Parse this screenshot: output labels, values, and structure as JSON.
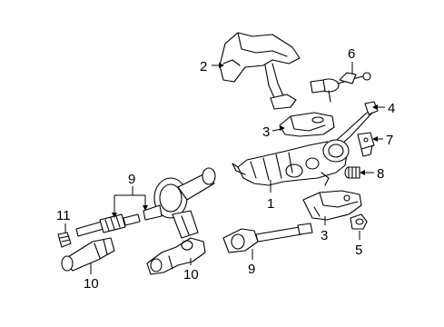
{
  "diagram": {
    "callouts": [
      {
        "id": "c2",
        "label": "2"
      },
      {
        "id": "c6",
        "label": "6"
      },
      {
        "id": "c4",
        "label": "4"
      },
      {
        "id": "c3a",
        "label": "3"
      },
      {
        "id": "c7",
        "label": "7"
      },
      {
        "id": "c9a",
        "label": "9"
      },
      {
        "id": "c8",
        "label": "8"
      },
      {
        "id": "c1",
        "label": "1"
      },
      {
        "id": "c11",
        "label": "11"
      },
      {
        "id": "c3b",
        "label": "3"
      },
      {
        "id": "c5",
        "label": "5"
      },
      {
        "id": "c10a",
        "label": "10"
      },
      {
        "id": "c10b",
        "label": "10"
      },
      {
        "id": "c9b",
        "label": "9"
      }
    ]
  }
}
